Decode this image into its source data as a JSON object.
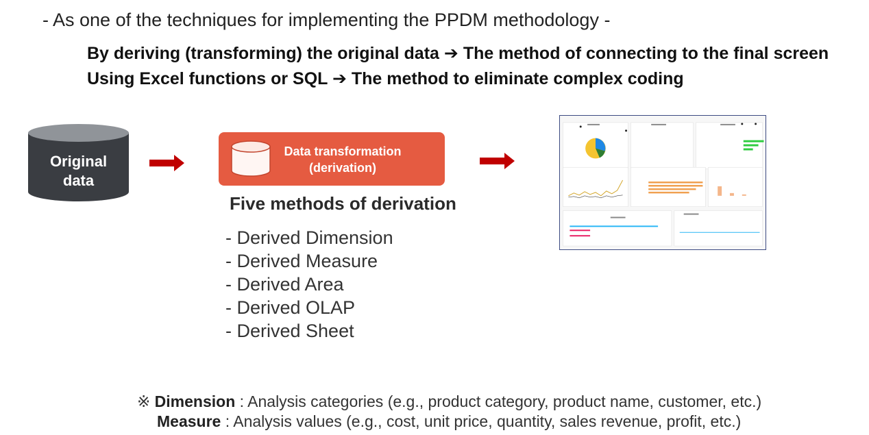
{
  "intro": "- As one of the techniques for implementing the PPDM methodology -",
  "lines": [
    {
      "left": "By deriving (transforming) the original data",
      "arrow": "➔",
      "right": "The method of connecting to the final screen"
    },
    {
      "left": "Using Excel functions or SQL",
      "arrow": "➔",
      "right": "The method to eliminate complex coding"
    }
  ],
  "original": {
    "line1": "Original",
    "line2": "data"
  },
  "transformation": {
    "line1": "Data transformation",
    "line2": "(derivation)"
  },
  "methods_title": "Five methods of derivation",
  "methods": [
    "- Derived Dimension",
    "- Derived Measure",
    "- Derived Area",
    "- Derived OLAP",
    "- Derived Sheet"
  ],
  "note": {
    "symbol": "※",
    "dimension_term": "Dimension",
    "dimension_desc": " : Analysis categories (e.g., product category, product name, customer, etc.)",
    "measure_term": "Measure",
    "measure_desc": " : Analysis values (e.g., cost, unit price, quantity, sales revenue, profit, etc.)"
  },
  "colors": {
    "cylinder": "#3a3d42",
    "cylinder_top": "#909499",
    "transform_box": "#e55b41",
    "arrow": "#c00000",
    "dashboard_border": "#3c4a82"
  },
  "icons": [
    "database-cylinder-icon",
    "right-arrow-icon",
    "dashboard-thumbnail"
  ]
}
